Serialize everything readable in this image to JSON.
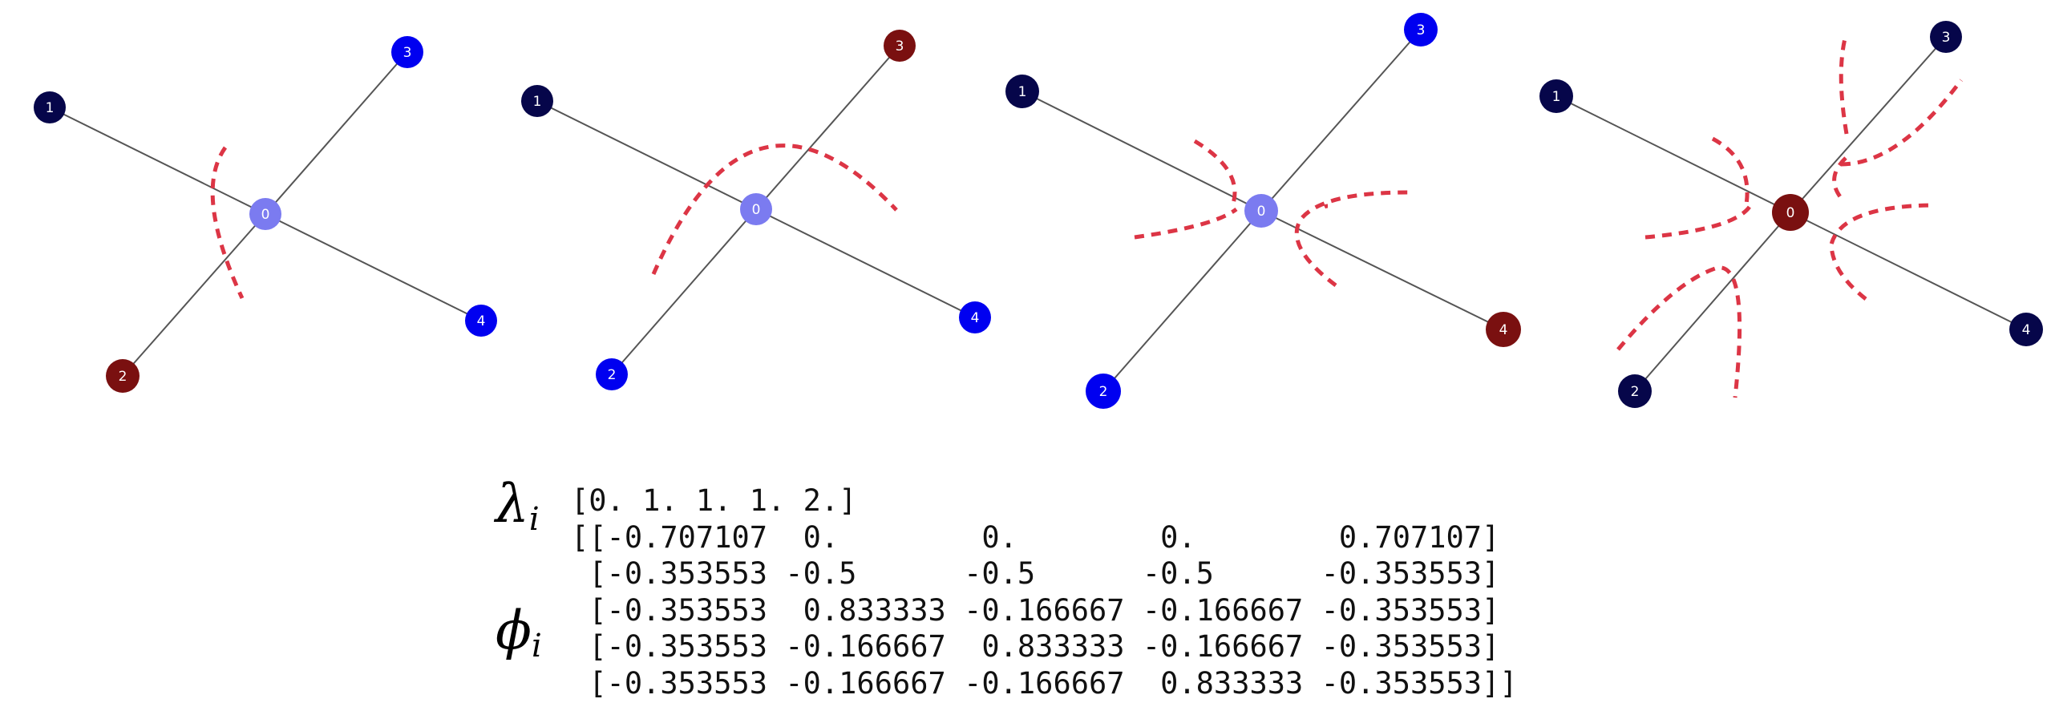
{
  "graphs": [
    {
      "nodes": [
        {
          "id": "0",
          "color": "#7b7bf0"
        },
        {
          "id": "1",
          "color": "#06064a"
        },
        {
          "id": "2",
          "color": "#7a1010"
        },
        {
          "id": "3",
          "color": "#0000f0"
        },
        {
          "id": "4",
          "color": "#0000f0"
        }
      ]
    },
    {
      "nodes": [
        {
          "id": "0",
          "color": "#7b7bf0"
        },
        {
          "id": "1",
          "color": "#06064a"
        },
        {
          "id": "2",
          "color": "#0000f0"
        },
        {
          "id": "3",
          "color": "#7a1010"
        },
        {
          "id": "4",
          "color": "#0000f0"
        }
      ]
    },
    {
      "nodes": [
        {
          "id": "0",
          "color": "#7b7bf0"
        },
        {
          "id": "1",
          "color": "#06064a"
        },
        {
          "id": "2",
          "color": "#0000f0"
        },
        {
          "id": "3",
          "color": "#0000f0"
        },
        {
          "id": "4",
          "color": "#7a1010"
        }
      ]
    },
    {
      "nodes": [
        {
          "id": "0",
          "color": "#7a1010"
        },
        {
          "id": "1",
          "color": "#06064a"
        },
        {
          "id": "2",
          "color": "#06064a"
        },
        {
          "id": "3",
          "color": "#06064a"
        },
        {
          "id": "4",
          "color": "#06064a"
        }
      ]
    }
  ],
  "colors": {
    "edge": "#555555",
    "cut_line": "#dc3545"
  },
  "symbols": {
    "lambda_base": "λ",
    "phi_base": "ϕ",
    "subscript": "i"
  },
  "output": {
    "eigenvalues": "[0. 1. 1. 1. 2.]",
    "eigenvectors": [
      "[[-0.707107  0.        0.        0.        0.707107]",
      " [-0.353553 -0.5      -0.5      -0.5      -0.353553]",
      " [-0.353553  0.833333 -0.166667 -0.166667 -0.353553]",
      " [-0.353553 -0.166667  0.833333 -0.166667 -0.353553]",
      " [-0.353553 -0.166667 -0.166667  0.833333 -0.353553]]"
    ]
  }
}
